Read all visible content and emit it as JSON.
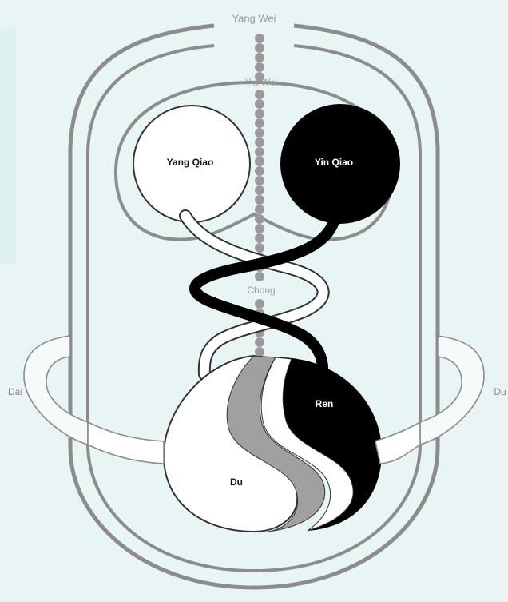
{
  "labels": {
    "yang_wei": "Yang Wei",
    "yin_wei": "Yin Wei",
    "yang_qiao": "Yang Qiao",
    "yin_qiao": "Yin Qiao",
    "chong": "Chong",
    "ren": "Ren",
    "du": "Du",
    "dai_left": "Dai",
    "dai_right": "Du"
  },
  "colors": {
    "background": "#e8f3f3",
    "outline_grey": "#8c8c8c",
    "black": "#000000",
    "white": "#ffffff",
    "mid_grey": "#9a9a9a"
  }
}
